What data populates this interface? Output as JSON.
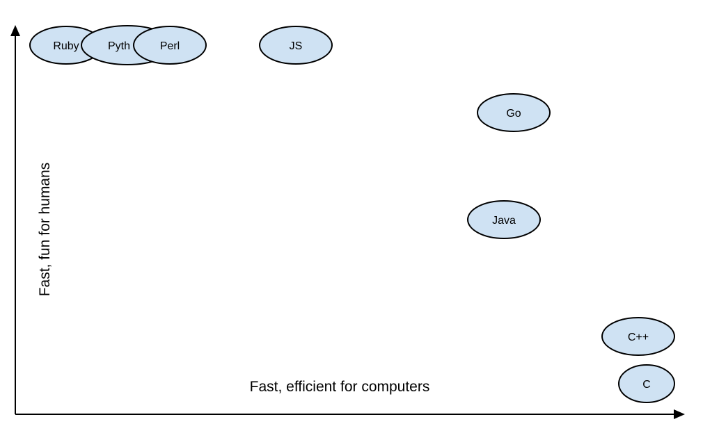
{
  "axes": {
    "x_label": "Fast, efficient for computers",
    "y_label": "Fast, fun for humans"
  },
  "nodes": [
    {
      "id": "ruby",
      "label": "Ruby"
    },
    {
      "id": "python",
      "label": "Pyth"
    },
    {
      "id": "perl",
      "label": "Perl"
    },
    {
      "id": "js",
      "label": "JS"
    },
    {
      "id": "go",
      "label": "Go"
    },
    {
      "id": "java",
      "label": "Java"
    },
    {
      "id": "cpp",
      "label": "C++"
    },
    {
      "id": "c",
      "label": "C"
    }
  ],
  "colors": {
    "node_fill": "#cfe2f3",
    "stroke": "#000000"
  }
}
